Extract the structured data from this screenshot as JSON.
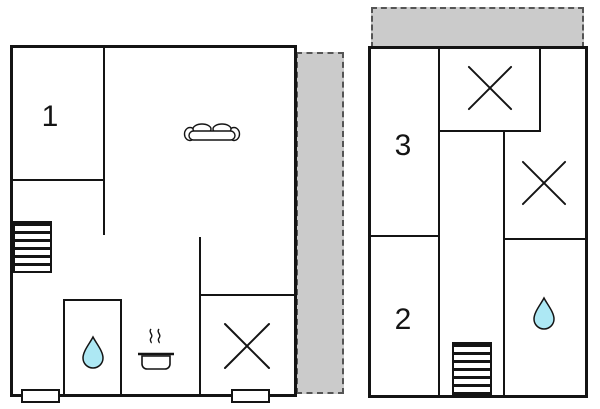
{
  "colors": {
    "wall": "#141414",
    "terrace_fill": "#cbcbcb",
    "terrace_border": "#555555",
    "water_drop": "#ade8f4"
  },
  "left_plan": {
    "rooms": [
      {
        "label": "1"
      }
    ],
    "icons": [
      "couch-icon",
      "stairs-icon",
      "water-drop-icon",
      "cooking-pot-icon",
      "cross-icon"
    ],
    "shaded_area": "terrace-right"
  },
  "right_plan": {
    "rooms": [
      {
        "label": "3"
      },
      {
        "label": "2"
      }
    ],
    "icons": [
      "cross-icon",
      "cross-icon",
      "water-drop-icon",
      "stairs-icon"
    ],
    "shaded_area": "balcony-top"
  }
}
